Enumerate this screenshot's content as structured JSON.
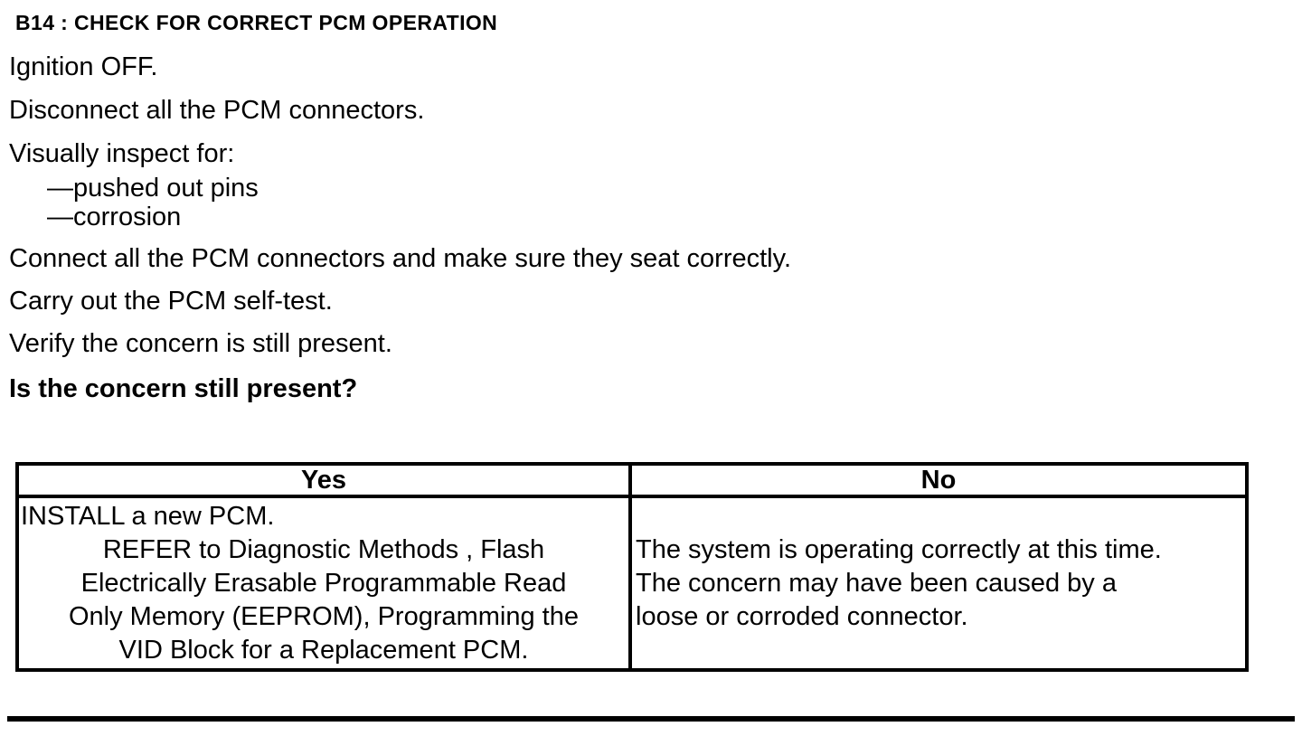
{
  "procedure": {
    "title": "B14 : CHECK FOR CORRECT PCM OPERATION",
    "steps": [
      "Ignition OFF.",
      "Disconnect all the PCM connectors.",
      "Visually inspect for:",
      "—pushed out pins",
      "—corrosion",
      "Connect all the PCM connectors and make sure they seat correctly.",
      "Carry out the PCM self-test.",
      "Verify the concern is still present."
    ],
    "question": "Is the concern still present?"
  },
  "results_table": {
    "yes_header": "Yes",
    "no_header": "No",
    "yes_cell": {
      "line1": "INSTALL a new PCM.",
      "ref_lines": [
        "REFER to Diagnostic Methods , Flash",
        "Electrically Erasable Programmable Read",
        "Only Memory (EEPROM), Programming the",
        "VID Block for a Replacement PCM."
      ]
    },
    "no_cell": {
      "lines": [
        "The system is operating correctly at this time.",
        "The concern may have been caused by a",
        "loose or corroded connector."
      ]
    }
  },
  "colors": {
    "text": "#000000",
    "background": "#ffffff",
    "border": "#000000"
  }
}
